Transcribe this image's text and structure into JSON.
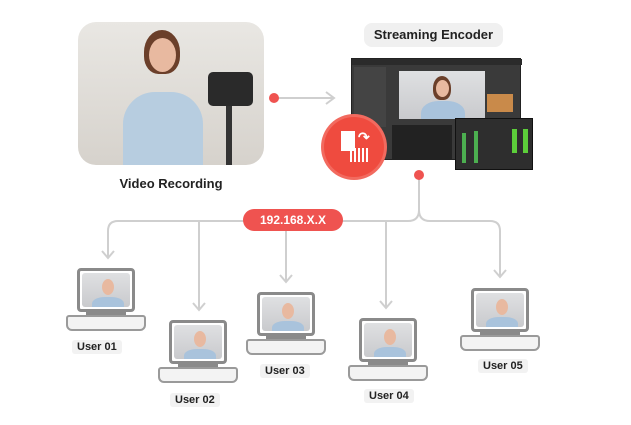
{
  "source": {
    "label": "Video Recording"
  },
  "encoder": {
    "title": "Streaming Encoder"
  },
  "network": {
    "ip_label": "192.168.X.X"
  },
  "users": [
    {
      "label": "User 01"
    },
    {
      "label": "User 02"
    },
    {
      "label": "User 03"
    },
    {
      "label": "User 04"
    },
    {
      "label": "User 05"
    }
  ],
  "colors": {
    "accent": "#ef5350",
    "line": "#cfcfcf"
  }
}
